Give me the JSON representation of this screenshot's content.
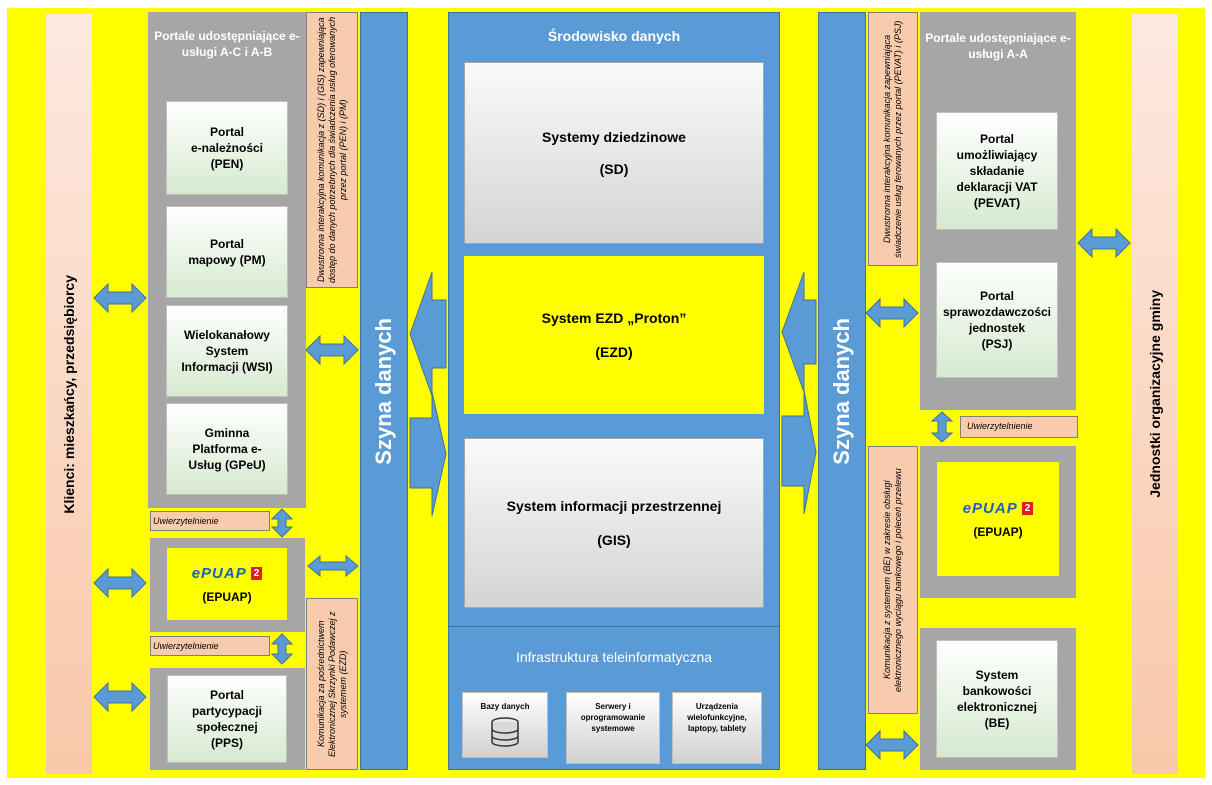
{
  "colors": {
    "canvas": "#ffff00",
    "bus": "#5b9bd5",
    "panel": "#a6a6a6",
    "note": "#f8cbad"
  },
  "left_actor": "Klienci: mieszkańcy, przedsiębiorcy",
  "right_actor": "Jednostki organizacyjne gminy",
  "left_portals": {
    "title": "Portale udostępniające e-usługi  A-C  i  A-B",
    "items": [
      {
        "line1": "Portal",
        "line2": "e-należności",
        "line3": "(PEN)"
      },
      {
        "line1": "Portal",
        "line2": "mapowy (PM)",
        "line3": ""
      },
      {
        "line1": "Wielokanałowy",
        "line2": "System",
        "line3": "Informacji (WSI)"
      },
      {
        "line1": "Gminna",
        "line2": "Platforma e-",
        "line3": "Usług (GPeU)"
      }
    ]
  },
  "auth_label": "Uwierzytelnienie",
  "epuap": {
    "logo_text": "ePUAP",
    "logo_num": "2",
    "label": "(EPUAP)"
  },
  "pps": {
    "line1": "Portal",
    "line2": "partycypacji",
    "line3": "społecznej",
    "line4": "(PPS)"
  },
  "notes": {
    "left_top": "Dwustronna interakcyjna komunikacja  z (SD) i (GIS) zapewniająca dostęp do danych potrzebnych dla świadczenia usług  oferowanych przez portal (PEN) i (PM)",
    "left_bottom": "Komunikacja za pośrednictwem Elektronicznej Skrzynki Podawczej z systemem (EZD)",
    "right_top": "Dwustronna interakcyjna komunikacja zapewniająca świadczenie  usług  ferowanych przez portal (PEVAT) i (PSJ)",
    "right_bottom": "Komunikacja z systemem (BE) w zakresie obsługi elektronicznego wyciągu bankowego i poleceń przelewu"
  },
  "bus_label": "Szyna danych",
  "center": {
    "title": "Środowisko danych",
    "sd": {
      "name": "Systemy dziedzinowe",
      "code": "(SD)"
    },
    "ezd": {
      "name": "System EZD „Proton”",
      "code": "(EZD)"
    },
    "gis": {
      "name": "System informacji przestrzennej",
      "code": "(GIS)"
    },
    "infra_title": "Infrastruktura teleinformatyczna",
    "infra_items": [
      {
        "label": "Bazy danych"
      },
      {
        "label": "Serwery i oprogramowanie systemowe"
      },
      {
        "label": "Urządzenia wielofunkcyjne, laptopy, tablety"
      }
    ]
  },
  "right_portals": {
    "title": "Portale udostępniające e-usługi  A-A",
    "items": [
      {
        "line1": "Portal",
        "line2": "umożliwiający",
        "line3": "składanie",
        "line4": "deklaracji VAT",
        "line5": "(PEVAT)"
      },
      {
        "line1": "Portal",
        "line2": "sprawozdawczości",
        "line3": "jednostek",
        "line4": "(PSJ)"
      }
    ]
  },
  "be": {
    "line1": "System",
    "line2": "bankowości",
    "line3": "elektronicznej",
    "line4": "(BE)"
  }
}
